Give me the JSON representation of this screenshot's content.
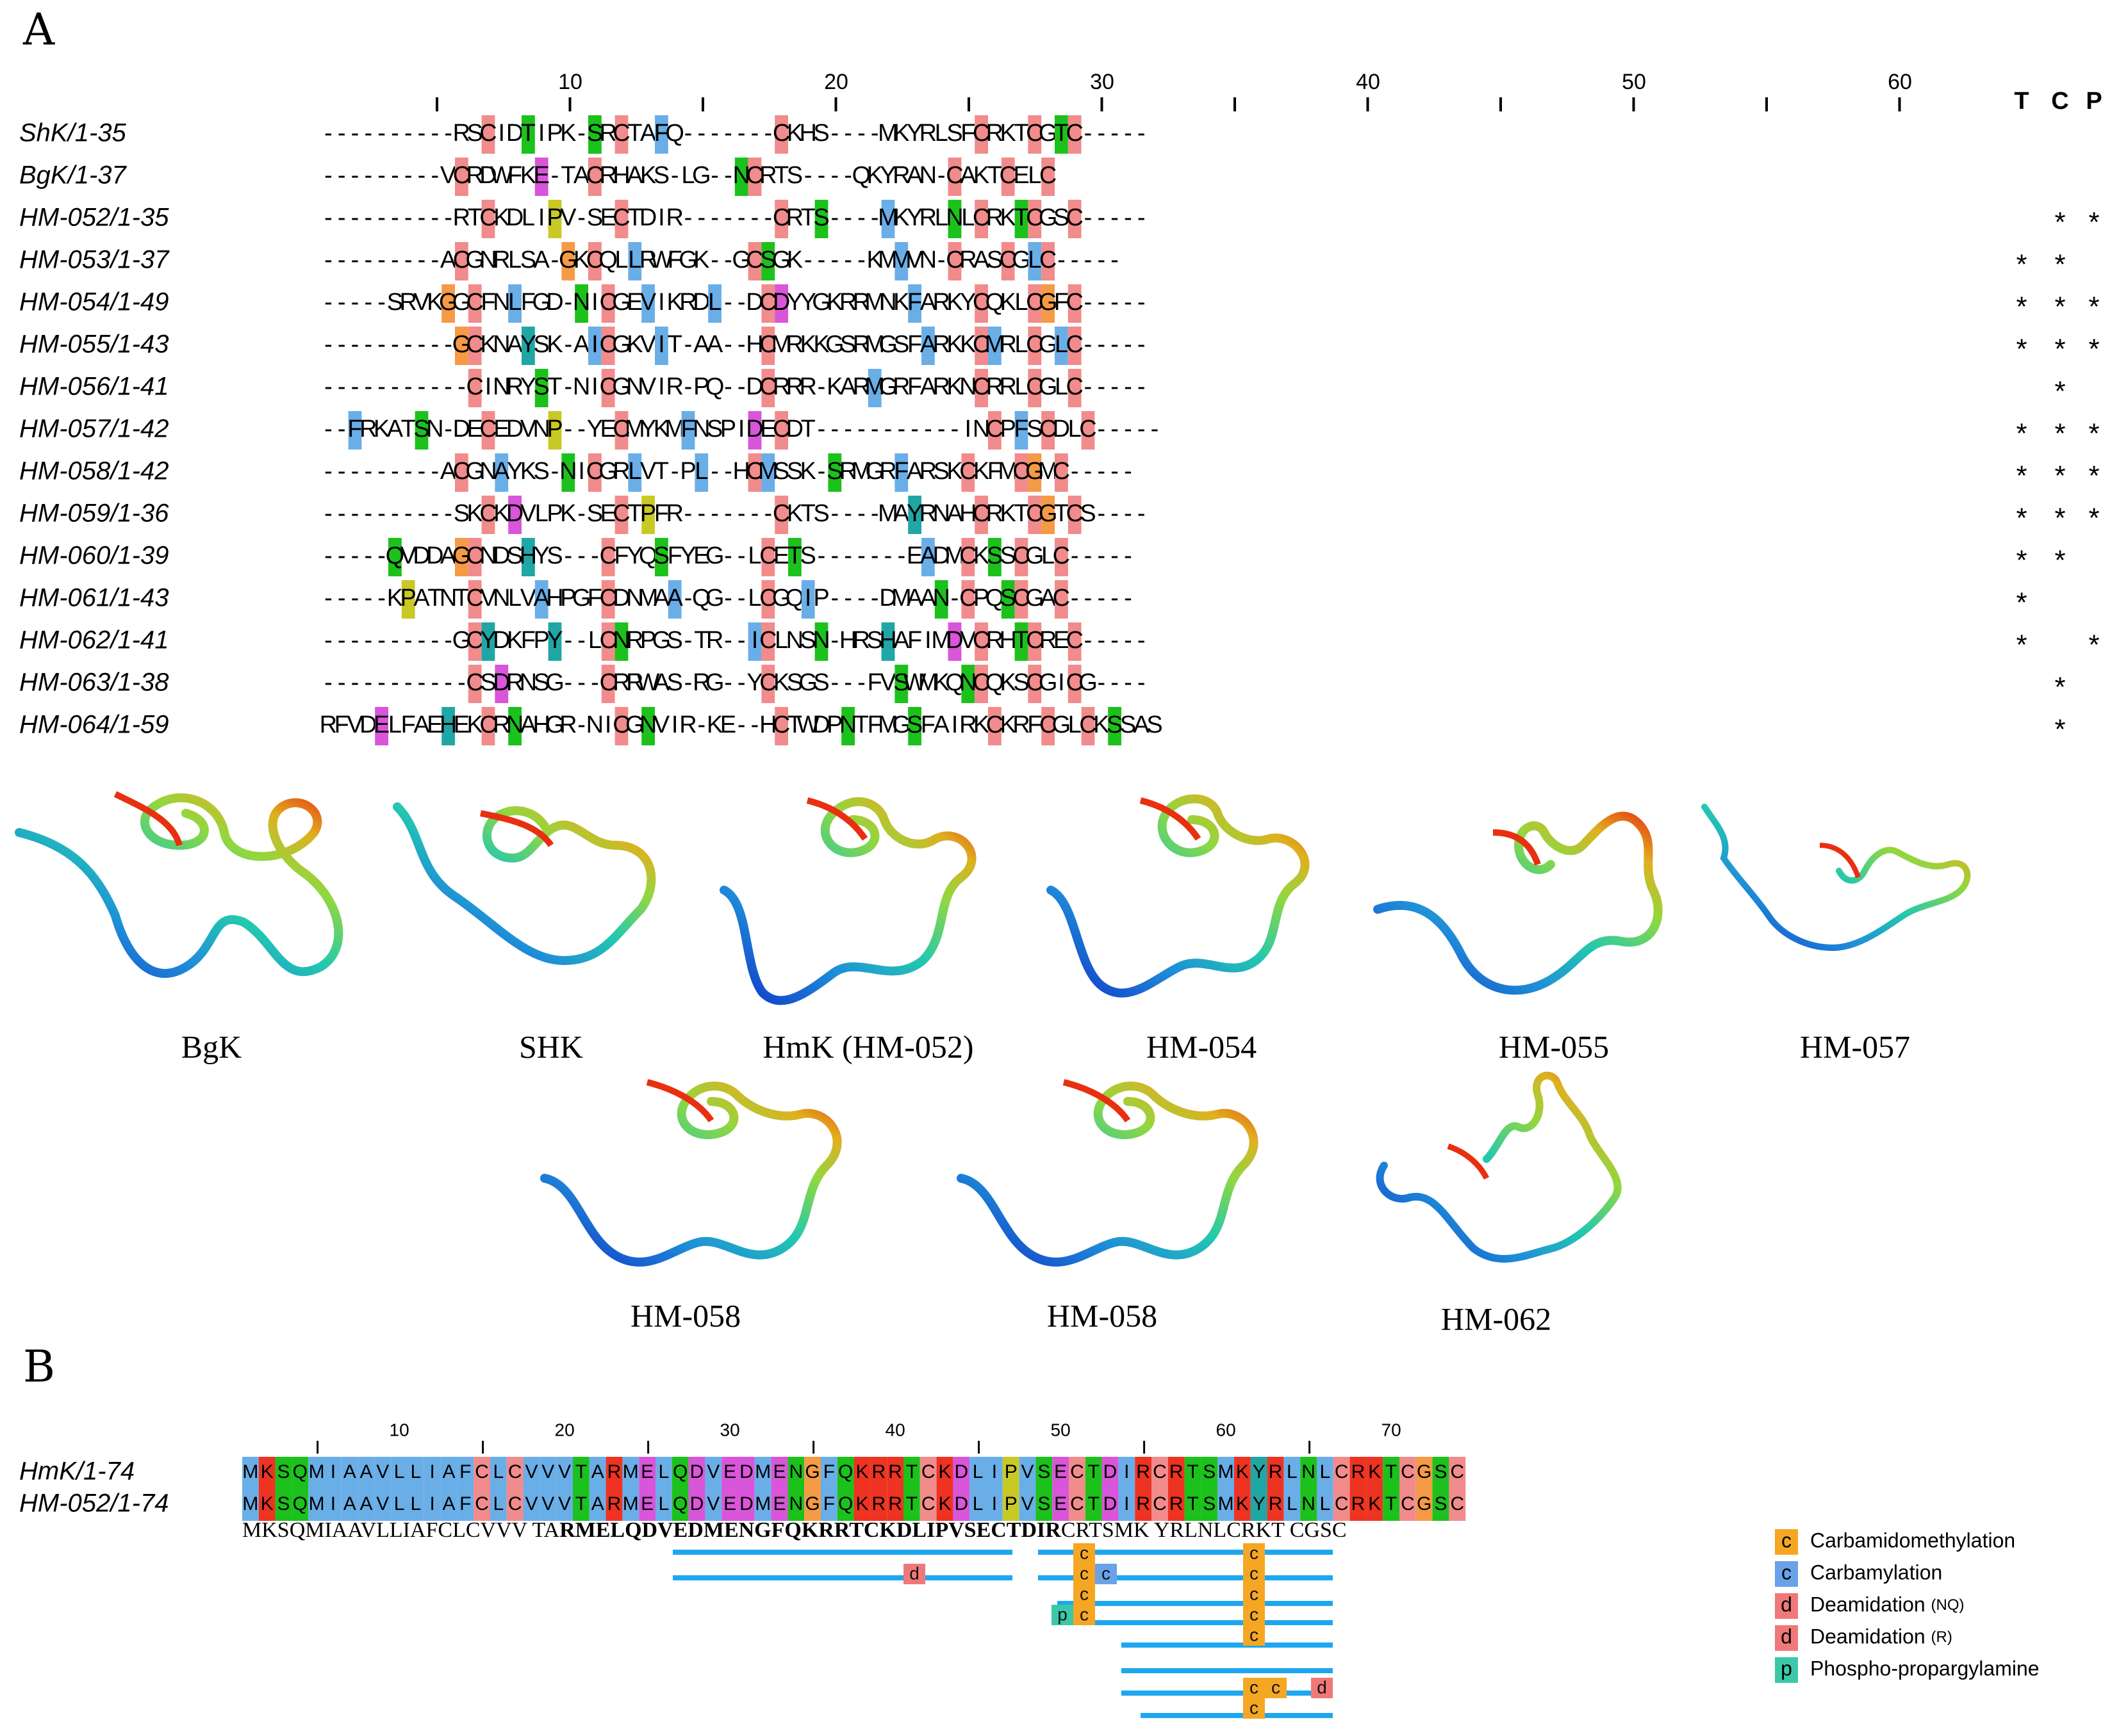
{
  "panel_a": {
    "label": "A",
    "column_headers": [
      "T",
      "C",
      "P"
    ],
    "ruler_labels": [
      "10",
      "20",
      "30",
      "40",
      "50",
      "60"
    ],
    "alignment": [
      {
        "name": "ShK/1-35",
        "seq": "----------RSCIDTIPK-SRCTAFQ-------CKHS----MKYRLSFCRKTCGTC-----",
        "marks": "",
        "hl": "..p.n.l.y.....p.....l...........p.........t.....p..gop.....",
        "tcp": [
          "",
          "",
          ""
        ]
      },
      {
        "name": "BgK/1-37",
        "seq": "---------VCRDWFKE-TACRHAKS-LG--NCRTS----QKYRAN-CAKTCELC",
        "hl": "",
        "tcp": [
          "",
          "",
          ""
        ]
      },
      {
        "name": "HM-052/1-35",
        "seq": "----------RTCKDLIPV-SECTDIR-------CRTS----MKYRLNLCRKTCGSC-----",
        "hl": "",
        "tcp": [
          "",
          "*",
          "*"
        ]
      },
      {
        "name": "HM-053/1-37",
        "seq": "---------ACGNRLSA-GKCQLLRWFGK--GCSGK-----KMMVN-CRASCGLC-----",
        "hl": "",
        "tcp": [
          "*",
          "*",
          ""
        ]
      },
      {
        "name": "HM-054/1-49",
        "seq": "-----SRVKGGCFNLFGD-NICGEVIKRDL--DCDYYGKRRMNKFARKYCQKLCGFC-----",
        "hl": "",
        "tcp": [
          "*",
          "*",
          "*"
        ]
      },
      {
        "name": "HM-055/1-43",
        "seq": "----------GCKNAYSK-AICGKVIT-AA--HCMRKKGSRMGSFARKKCMRLCGLC-----",
        "hl": "",
        "tcp": [
          "*",
          "*",
          "*"
        ]
      },
      {
        "name": "HM-056/1-41",
        "seq": "-----------CINRYST-NICGNVIR-PQ--DCRRR-KARMGRFARKNCRRLCGLC-----",
        "hl": "",
        "tcp": [
          "",
          "*",
          ""
        ]
      },
      {
        "name": "HM-057/1-42",
        "seq": "--FRKATSN-DECEDVNP--YECMYKMFNSPIDECDT-----------INCPFSCDLC-----",
        "hl": "",
        "tcp": [
          "*",
          "*",
          "*"
        ]
      },
      {
        "name": "HM-058/1-42",
        "seq": "---------ACGNAYKS-NICGRLVT-PL--HCMSSK-SRMGRFARSKCKFMCGMC-----",
        "hl": "",
        "tcp": [
          "*",
          "*",
          "*"
        ]
      },
      {
        "name": "HM-059/1-36",
        "seq": "----------SKCKDVLPK-SECTPFR-------CKTS----MAYRNAHCRKTCGTCS----",
        "hl": "",
        "tcp": [
          "*",
          "*",
          "*"
        ]
      },
      {
        "name": "HM-060/1-39",
        "seq": "-----QVDDAGCNDSHYS---CFYQSFYEG--LCETS-------EADMCKSSCGLC-----",
        "hl": "",
        "tcp": [
          "*",
          "*",
          ""
        ]
      },
      {
        "name": "HM-061/1-43",
        "seq": "-----KPATNTCVNLVAHPGFCDNMAA-QG--LCGQIP----DMAAN-CPQSCGAC-----",
        "hl": "",
        "tcp": [
          "*",
          "",
          ""
        ]
      },
      {
        "name": "HM-062/1-41",
        "seq": "----------GCYDKFPY--LCNRPGS-TR--ICLNSN-HRSHAFIMDVCRHTCREC-----",
        "hl": "",
        "tcp": [
          "*",
          "",
          "*"
        ]
      },
      {
        "name": "HM-063/1-38",
        "seq": "-----------CSDRNSG---CRRWAS-RG--YCKSGS---FVSWMKQNCQKSCGICG----",
        "hl": "",
        "tcp": [
          "",
          "*",
          ""
        ]
      },
      {
        "name": "HM-064/1-59",
        "seq": "RFVDELFAEHEKCRNAHGR-NICGNVIR-KE--HCTWDPNTFMGSFAIRKCKRFCGLCKSSAS",
        "hl": "",
        "tcp": [
          "",
          "*",
          ""
        ]
      }
    ],
    "structures_row1": [
      "BgK",
      "SHK",
      "HmK (HM-052)",
      "HM-054",
      "HM-055",
      "HM-057"
    ],
    "structures_row2": [
      "HM-058",
      "HM-058",
      "HM-062"
    ]
  },
  "panel_b": {
    "label": "B",
    "ruler_labels": [
      "10",
      "20",
      "30",
      "40",
      "50",
      "60",
      "70"
    ],
    "seq_names": [
      "HmK/1-74",
      "HM-052/1-74"
    ],
    "sequence": "MKSQMIAAVLLIAFCLCVVVTARMELQDVEDMENGFQKRRTCKDLIPVSECTDIRCRTSMKYRLNLCRKTCGSC",
    "coverage_text_plain_1": "MKSQMIAAVLLIAFCLCVVV TA",
    "coverage_text_bold_1": "RMELQDVEDMENGFQK",
    "coverage_text_bold_2": "RRTCKDLIPVSECTDIR",
    "coverage_text_plain_2": "CRTSMK YRLNLCRKT CGSC",
    "mod_c": "c",
    "mod_d": "d",
    "mod_p": "p",
    "legend": [
      {
        "symbol": "c",
        "label": "Carbamidomethylation",
        "note": "",
        "color": "#f5a623"
      },
      {
        "symbol": "c",
        "label": "Carbamylation",
        "note": "",
        "color": "#6aa2e8"
      },
      {
        "symbol": "d",
        "label": "Deamidation",
        "note": "(NQ)",
        "color": "#f07878"
      },
      {
        "symbol": "d",
        "label": "Deamidation",
        "note": "(R)",
        "color": "#f07878"
      },
      {
        "symbol": "p",
        "label": "Phospho-propargylamine",
        "note": "",
        "color": "#3cc8a8"
      }
    ]
  },
  "colors": {
    "cys": "#f28b8b",
    "hydrophobic": "#6aaee8",
    "acidic": "#d955d9",
    "pro": "#c9c925",
    "gly": "#f59a45",
    "aromatic": "#21a6a6",
    "polar": "#1cc11c",
    "basic": "#ee3322",
    "peptide_bar": "#1ea7f0"
  }
}
